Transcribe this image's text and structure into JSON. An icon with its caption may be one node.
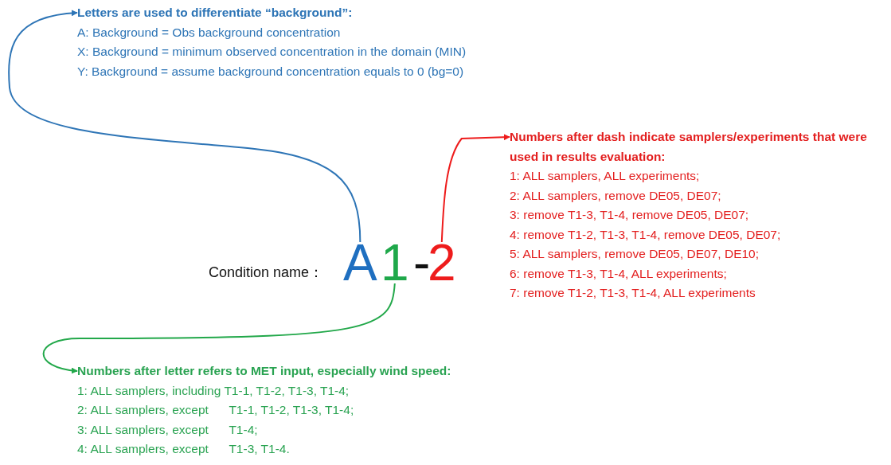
{
  "diagram": {
    "nodes": [
      {
        "text": [
          "Letters are used to differentiate “background”:",
          "A: Background = Obs background concentration",
          "X: Background = minimum observed concentration in the domain (MIN)",
          "Y: Background = assume background concentration equals to 0 (bg=0)"
        ]
      },
      {
        "text": [
          "Numbers after dash indicate samplers/experiments that were used in results evaluation:",
          "1: ALL samplers, ALL experiments;",
          "2: ALL samplers, remove DE05, DE07;",
          "3: remove T1-3, T1-4, remove DE05, DE07;",
          "4: remove T1-2, T1-3, T1-4, remove DE05, DE07;",
          "5: ALL samplers, remove DE05, DE07, DE10;",
          "6: remove T1-3, T1-4, ALL experiments;",
          "7: remove T1-2, T1-3, T1-4, ALL experiments"
        ]
      },
      {
        "text": [
          "A"
        ]
      },
      {
        "text": [
          "1"
        ]
      },
      {
        "text": [
          "2"
        ]
      },
      {
        "text": [
          "Numbers after letter refers to MET input, especially wind speed:",
          "1: ALL samplers, including T1-1, T1-2, T1-3, T1-4;",
          "2: ALL samplers, except      T1-1, T1-2, T1-3, T1-4;",
          "3: ALL samplers, except      T1-4;",
          "4: ALL samplers, except      T1-3, T1-4."
        ]
      }
    ],
    "edges": [
      {
        "from": 2,
        "to": 0,
        "arrow": "to",
        "color": "#2e75b6"
      },
      {
        "from": 4,
        "to": 1,
        "arrow": "to",
        "color": "#ee1c1c"
      },
      {
        "from": 3,
        "to": 5,
        "arrow": "to",
        "color": "#22a84a"
      }
    ],
    "labels": [
      "Condition name：",
      "-"
    ]
  }
}
